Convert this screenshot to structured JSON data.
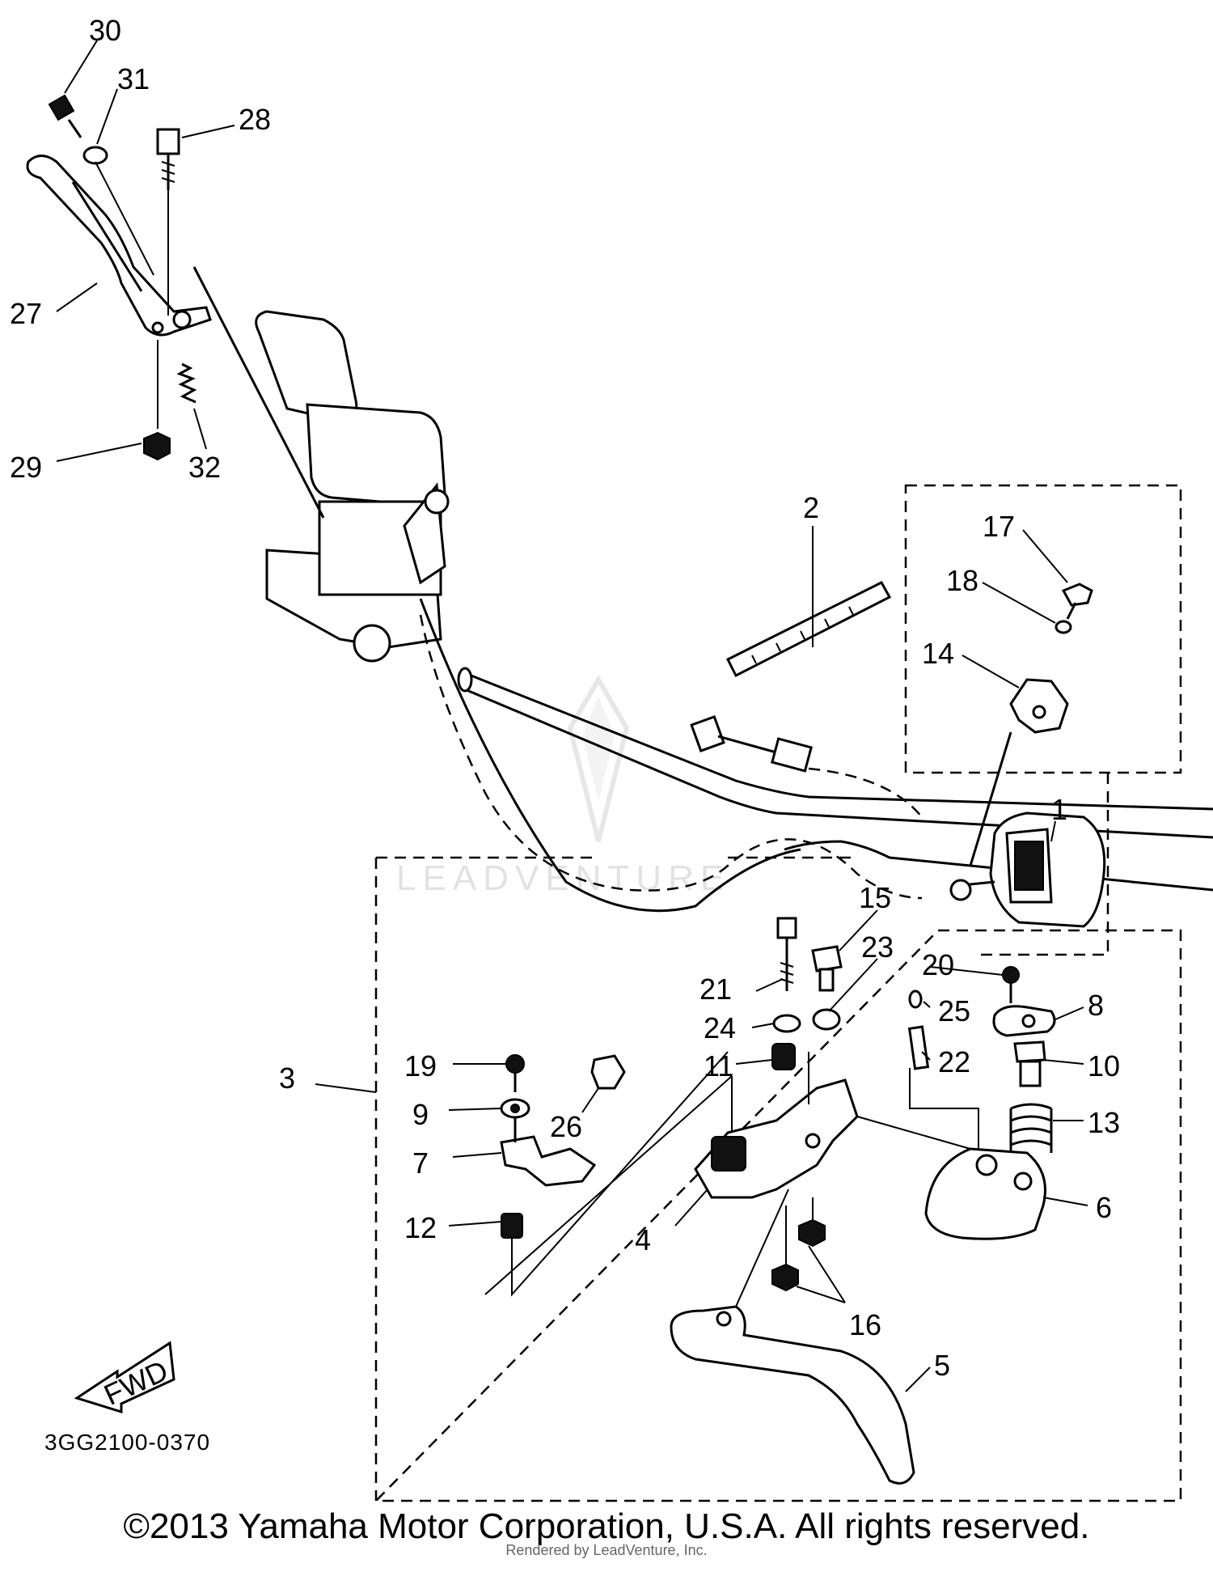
{
  "diagram": {
    "part_code": "3GG2100-0370",
    "fwd_label": "FWD",
    "watermark": "LEADVENTURE",
    "copyright": "©2013 Yamaha Motor Corporation, U.S.A. All rights reserved.",
    "rendered_by": "Rendered by LeadVenture, Inc.",
    "callouts": [
      "1",
      "2",
      "3",
      "4",
      "5",
      "6",
      "7",
      "8",
      "9",
      "10",
      "11",
      "12",
      "13",
      "14",
      "15",
      "16",
      "17",
      "18",
      "19",
      "20",
      "21",
      "22",
      "23",
      "24",
      "25",
      "26",
      "27",
      "28",
      "29",
      "30",
      "31",
      "32"
    ]
  }
}
